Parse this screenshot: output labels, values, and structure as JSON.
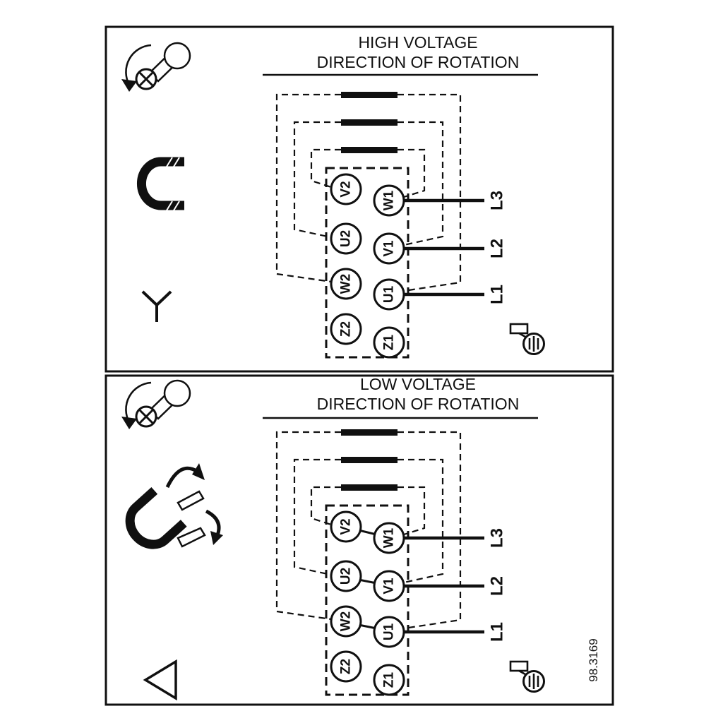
{
  "figure_ref": "98.3169",
  "icons": {
    "screw": "screw-with-rotation-arrow-icon",
    "jumper_installed": "terminal-jumper-bracket-icon",
    "jumpers_moved": "terminal-jumpers-repositioned-icon",
    "star": "star-connection-symbol",
    "delta": "delta-connection-symbol",
    "ground": "ground-terminal-screw-icon"
  },
  "panels": [
    {
      "title1": "HIGH VOLTAGE",
      "title2": "DIRECTION OF ROTATION",
      "connection": "star",
      "left": [
        "V2",
        "U2",
        "W2",
        "Z2"
      ],
      "right": [
        "W1",
        "V1",
        "U1",
        "Z1"
      ],
      "lines": [
        "L3",
        "L2",
        "L1"
      ]
    },
    {
      "title1": "LOW VOLTAGE",
      "title2": "DIRECTION OF ROTATION",
      "connection": "delta",
      "left": [
        "V2",
        "U2",
        "W2",
        "Z2"
      ],
      "right": [
        "W1",
        "V1",
        "U1",
        "Z1"
      ],
      "lines": [
        "L3",
        "L2",
        "L1"
      ]
    }
  ]
}
